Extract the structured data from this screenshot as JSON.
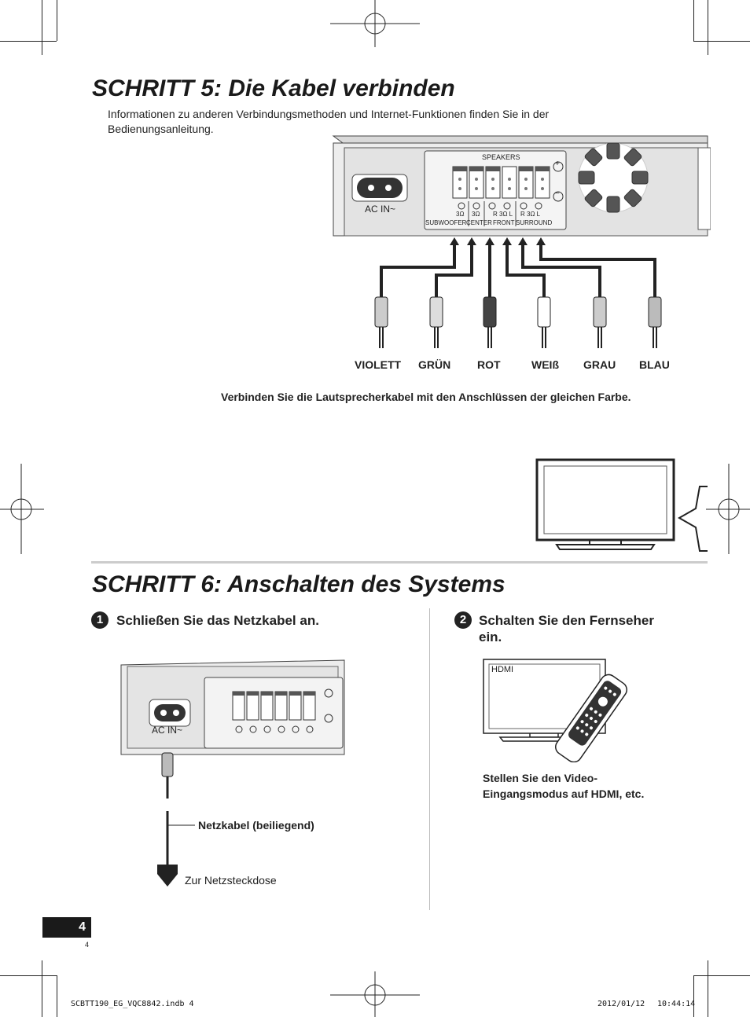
{
  "step5": {
    "title": "SCHRITT 5: Die Kabel verbinden",
    "intro": "Informationen zu anderen Verbindungsmethoden und Internet-Funktionen finden Sie in der Bedienungsanleitung.",
    "panel": {
      "speakers_label": "SPEAKERS",
      "ac_in_label": "AC IN~",
      "impedance": [
        "3Ω",
        "3Ω",
        "R 3Ω L",
        "R 3Ω L"
      ],
      "terminal_groups": [
        "SUBWOOFER",
        "CENTER",
        "FRONT",
        "SURROUND"
      ],
      "plus_sign": "+",
      "minus_sign": "−"
    },
    "wire_colors": [
      "VIOLETT",
      "GRÜN",
      "ROT",
      "WEIß",
      "GRAU",
      "BLAU"
    ],
    "caption": "Verbinden Sie die Lautsprecherkabel mit den Anschlüssen der gleichen Farbe."
  },
  "step6": {
    "title": "SCHRITT 6: Anschalten des Systems",
    "sub1": {
      "number": "1",
      "title": "Schließen Sie das Netzkabel an."
    },
    "sub2": {
      "number": "2",
      "title": "Schalten Sie den Fernseher ein."
    },
    "ac_in_label": "AC IN~",
    "power_cord_label": "Netzkabel (beiliegend)",
    "outlet_label": "Zur Netzsteckdose",
    "tv_screen_label": "HDMI",
    "tv_instruction": "Stellen Sie den Video-Eingangsmodus auf HDMI, etc."
  },
  "page": {
    "number": "4",
    "number_small": "4"
  },
  "footer": {
    "file": "SCBTT190_EG_VQC8842.indb   4",
    "date": "2012/01/12",
    "time": "10:44:14"
  }
}
